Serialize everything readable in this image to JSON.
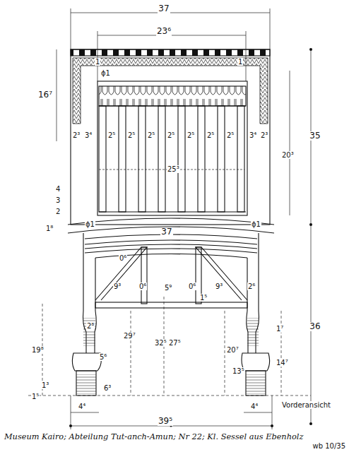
{
  "diagram": {
    "caption": "Museum Kairo; Abteilung Tut-anch-Amun; Nr 22; Kl. Sessel aus Ebenholz",
    "labels": [
      "37",
      "23⁶",
      "16⁷",
      "35",
      "20³",
      "25³",
      "2³",
      "3⁴",
      "2⁵",
      "2⁵",
      "2⁵",
      "2⁵",
      "2⁵",
      "2⁵",
      "2⁵",
      "3⁴",
      "2³",
      "ϕ1",
      "ϕ1",
      "ϕ1",
      "37",
      "1",
      "1",
      "4",
      "3",
      "2",
      "1⁸",
      "0⁶",
      "9³",
      "0⁶",
      "5⁹",
      "0⁶",
      "9³",
      "1⁵",
      "2⁶",
      "2⁸",
      "29⁷",
      "32⁵",
      "27⁵",
      "20⁷",
      "19⁸",
      "13⁵",
      "1⁷",
      "14⁷",
      "5⁶",
      "6³",
      "1³",
      "1⁵",
      "4⁴",
      "4⁴",
      "36",
      "39⁵",
      "Vorderansicht",
      "wb 10/35"
    ]
  }
}
